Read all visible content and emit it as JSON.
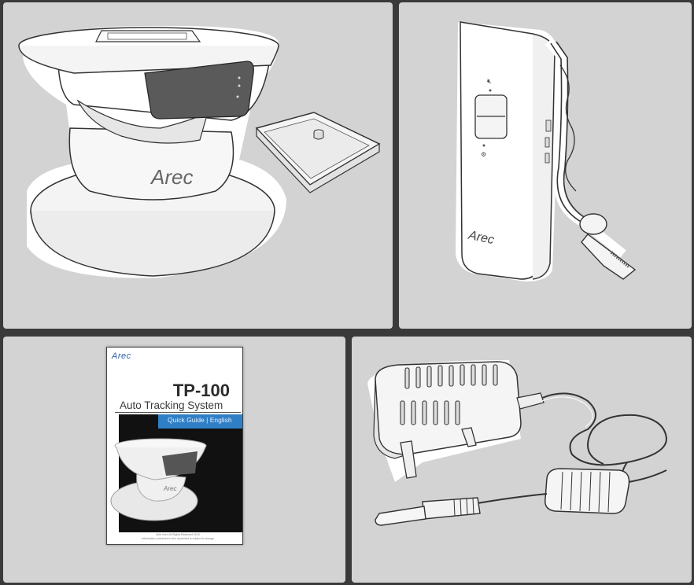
{
  "panels": {
    "camera": {
      "brand_logo": "Arec"
    },
    "remote": {
      "brand_logo": "Arec"
    },
    "booklet": {
      "logo": "Arec",
      "model": "TP-100",
      "subtitle": "Auto Tracking System",
      "guide_label": "Quick Guide | English",
      "footer_line1": "AVer Arec All Rights Reserved 2015",
      "footer_line2": "Information contained in this document is subject to change"
    },
    "adapter": {}
  },
  "colors": {
    "background": "#3a3a3a",
    "panel": "#d3d3d3",
    "booklet_blue": "#2f7fc7",
    "logo_blue": "#2a5fa8"
  }
}
